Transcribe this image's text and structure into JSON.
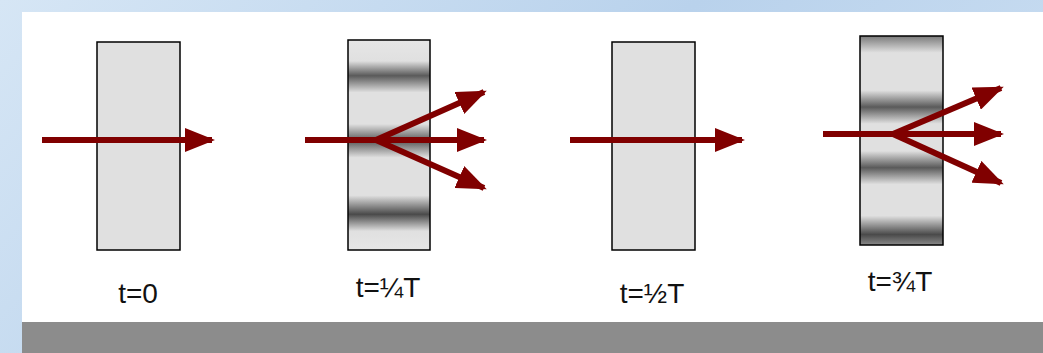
{
  "diagram": {
    "labels": [
      "t=0",
      "t=¼T",
      "t=½T",
      "t=¾T"
    ]
  }
}
